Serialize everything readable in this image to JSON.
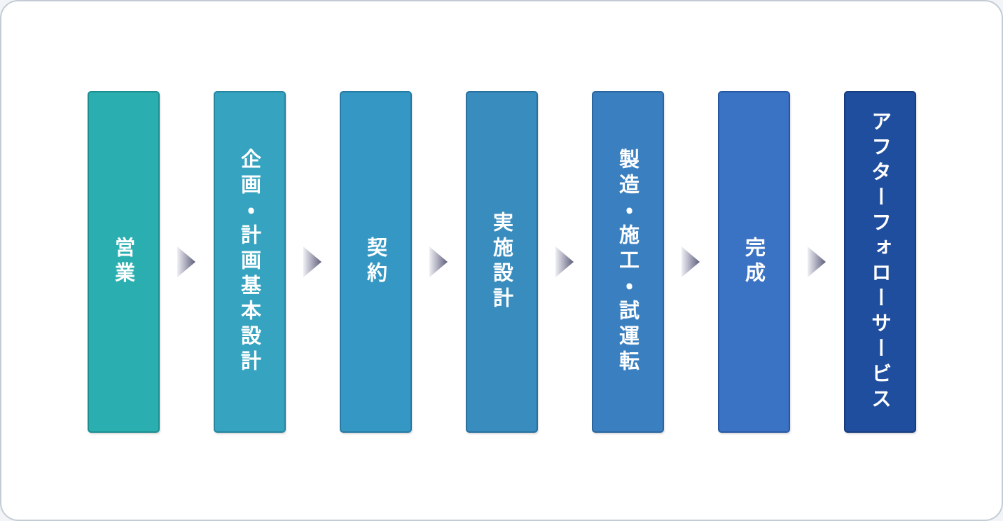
{
  "card": {
    "background": "#FFFFFF",
    "border_color": "#C3CCD5"
  },
  "steps": [
    {
      "label": "営業",
      "color": "#2BAEB0",
      "border_color": "#1C8E90"
    },
    {
      "label": "企画・計画基本設計",
      "color": "#36A4C0",
      "border_color": "#26869F"
    },
    {
      "label": "契約",
      "color": "#3598C4",
      "border_color": "#277AA3"
    },
    {
      "label": "実施設計",
      "color": "#398CBE",
      "border_color": "#28709E"
    },
    {
      "label": "製造・施工・試運転",
      "color": "#3A80C0",
      "border_color": "#2A66A0"
    },
    {
      "label": "完成",
      "color": "#3A72C4",
      "border_color": "#2858A3"
    },
    {
      "label": "アフターフォローサービス",
      "color": "#1F4E9F",
      "border_color": "#173C7E"
    }
  ],
  "arrow": {
    "direction": "right",
    "gradient_start": "#EFEFF5",
    "gradient_end": "#5E5E7C"
  }
}
